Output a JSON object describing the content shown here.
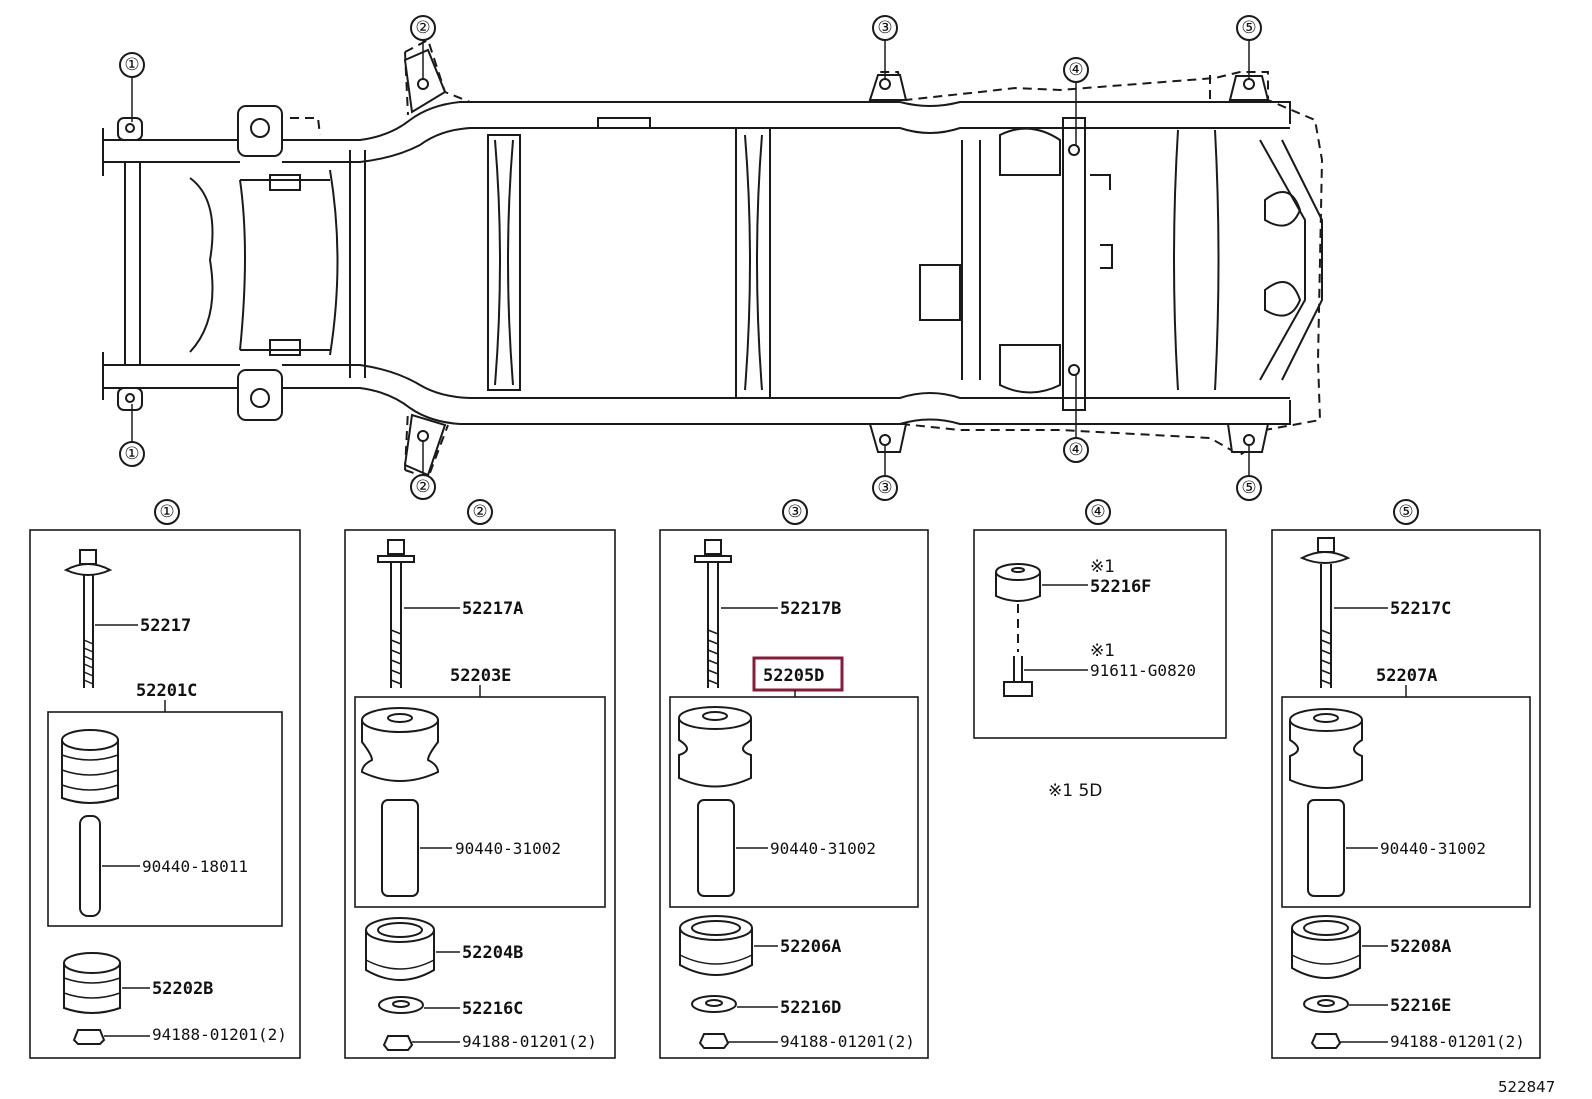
{
  "callouts": [
    "①",
    "②",
    "③",
    "④",
    "⑤"
  ],
  "group1": {
    "number": "①",
    "bolt": "52217",
    "assy": "52201C",
    "collar": "90440-18011",
    "lower": "52202B",
    "nut": "94188-01201(2)"
  },
  "group2": {
    "number": "②",
    "bolt": "52217A",
    "assy": "52203E",
    "collar": "90440-31002",
    "lower": "52204B",
    "washer": "52216C",
    "nut": "94188-01201(2)"
  },
  "group3": {
    "number": "③",
    "bolt": "52217B",
    "assy": "52205D",
    "collar": "90440-31002",
    "lower": "52206A",
    "washer": "52216D",
    "nut": "94188-01201(2)"
  },
  "group4": {
    "number": "④",
    "mark": "※1",
    "cushion": "52216F",
    "bolt": "91611-G0820"
  },
  "group5": {
    "number": "⑤",
    "bolt": "52217C",
    "assy": "52207A",
    "collar": "90440-31002",
    "lower": "52208A",
    "washer": "52216E",
    "nut": "94188-01201(2)"
  },
  "note": "※1 5D",
  "diagram_id": "522847",
  "highlight_color": "#8b1a3a"
}
